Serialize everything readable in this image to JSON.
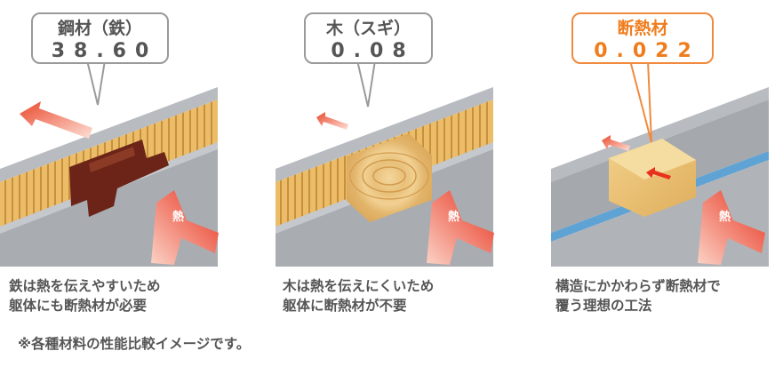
{
  "panels": [
    {
      "material": "鋼材（鉄）",
      "value": "38.60",
      "caption_lines": [
        "鉄は熱を伝えやすいため",
        "躯体にも断熱材が必要"
      ],
      "heat_label": "熱",
      "color": "#555555"
    },
    {
      "material": "木（スギ）",
      "value": "0.08",
      "caption_lines": [
        "木は熱を伝えにくいため",
        "躯体に断熱材が不要"
      ],
      "heat_label": "熱",
      "color": "#555555"
    },
    {
      "material": "断熱材",
      "value": "0.022",
      "caption_lines": [
        "構造にかかわらず断熱材で",
        "覆う理想の工法"
      ],
      "heat_label": "熱",
      "color": "#ef7d1e"
    }
  ],
  "footnote": "※各種材料の性能比較イメージです。",
  "colors": {
    "text": "#555555",
    "accent": "#ef7d1e",
    "heat_arrow": "#e8321e",
    "wood": "#e6b65e",
    "steel": "#6b2417",
    "board": "#a9acb1"
  }
}
